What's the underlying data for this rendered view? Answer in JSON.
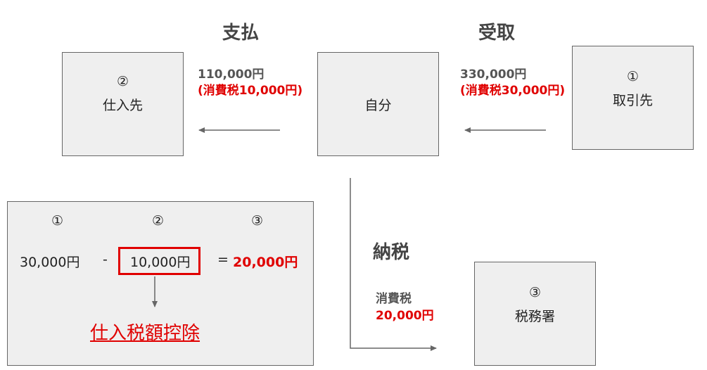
{
  "headings": {
    "pay": "支払",
    "receive": "受取",
    "tax_payment": "納税"
  },
  "boxes": {
    "supplier": {
      "number": "②",
      "label": "仕入先"
    },
    "self": {
      "label": "自分"
    },
    "customer": {
      "number": "①",
      "label": "取引先"
    },
    "tax_office": {
      "number": "③",
      "label": "税務署"
    }
  },
  "flows": {
    "payment": {
      "amount": "110,000円",
      "tax": "(消費税10,000円)"
    },
    "receipt": {
      "amount": "330,000円",
      "tax": "(消費税30,000円)"
    },
    "tax_payment": {
      "label": "消費税",
      "amount": "20,000円"
    }
  },
  "calculation": {
    "markers": [
      "①",
      "②",
      "③"
    ],
    "operand1": "30,000円",
    "minus": "-",
    "operand2": "10,000円",
    "equals": "=",
    "result": "20,000円",
    "term": "仕入税額控除"
  },
  "colors": {
    "tax_red": "#e00000",
    "box_fill": "#efefef",
    "box_border": "#666666",
    "heading_gray": "#444444"
  }
}
